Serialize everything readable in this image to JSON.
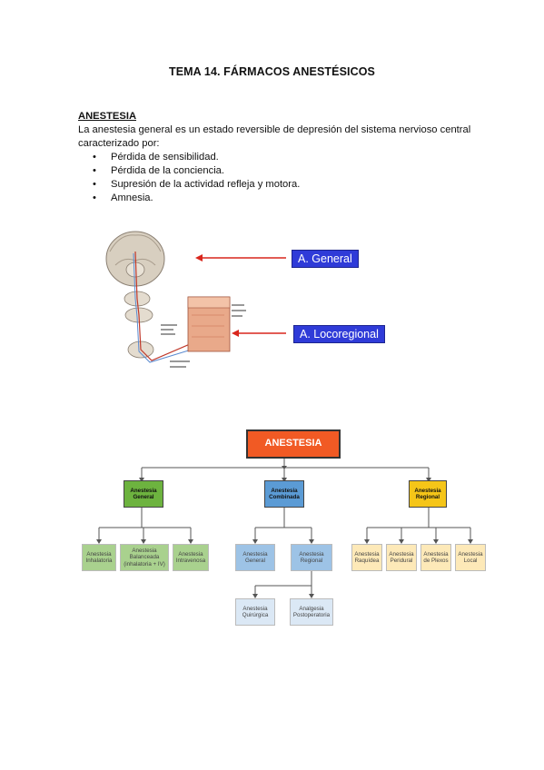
{
  "title": "TEMA 14. FÁRMACOS ANESTÉSICOS",
  "section": {
    "heading": "ANESTESIA",
    "paragraph": "La anestesia general es un estado reversible de depresión del sistema nervioso central caracterizado por:",
    "bullets": [
      "Pérdida de sensibilidad.",
      "Pérdida de la conciencia.",
      "Supresión de la actividad refleja y motora.",
      "Amnesia."
    ]
  },
  "figure1": {
    "label_general": "A. General",
    "label_locoregional": "A. Locoregional"
  },
  "diagram": {
    "root": "ANESTESIA",
    "general": "Anestesia General",
    "combinada": "Anestesia Combinada",
    "regional": "Anestesia Regional",
    "general_children": [
      "Anestesia Inhalatoria",
      "Anestesia Balanceada (inhalatoria + IV)",
      "Anestesia Intravenosa"
    ],
    "combinada_children": [
      "Anestesia General",
      "Anestesia Regional"
    ],
    "regional_children": [
      "Anestesia Raquídea",
      "Anestesia Peridural",
      "Anestesia de Plexos",
      "Anestesia Local"
    ],
    "regional_sub_children": [
      "Anestesia Quirúrgica",
      "Analgesia Postoperatoria"
    ],
    "colors": {
      "root": "#f15a24",
      "general": "#6db33f",
      "combinada": "#5b9bd5",
      "regional": "#f5c518"
    }
  }
}
